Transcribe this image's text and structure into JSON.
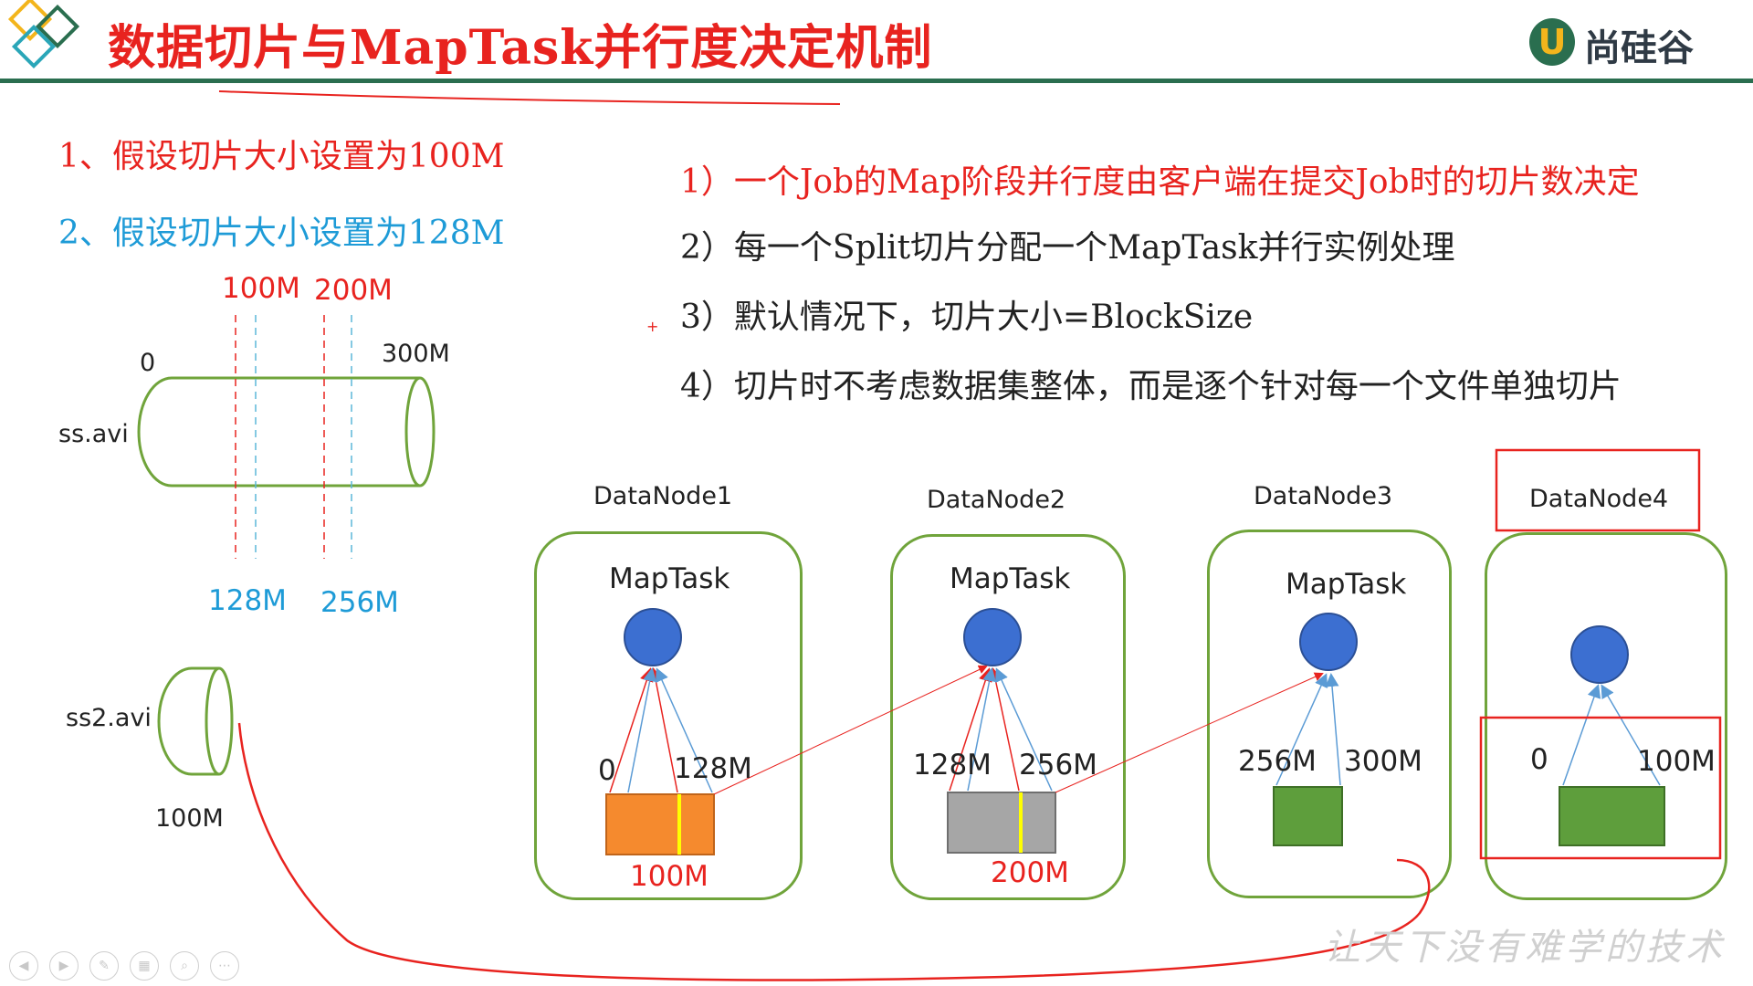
{
  "header": {
    "title": "数据切片与MapTask并行度决定机制",
    "brand": "尚硅谷",
    "brand_mark": "U"
  },
  "assumptions": [
    "1、假设切片大小设置为100M",
    "2、假设切片大小设置为128M"
  ],
  "rules": [
    "1）一个Job的Map阶段并行度由客户端在提交Job时的切片数决定",
    "2）每一个Split切片分配一个MapTask并行实例处理",
    "3）默认情况下，切片大小=BlockSize",
    "4）切片时不考虑数据集整体，而是逐个针对每一个文件单独切片"
  ],
  "file1": {
    "name": "ss.avi",
    "start": "0",
    "end": "300M",
    "cuts_100": [
      "100M",
      "200M"
    ],
    "cuts_128": [
      "128M",
      "256M"
    ]
  },
  "file2": {
    "name": "ss2.avi",
    "size": "100M"
  },
  "datanodes": [
    {
      "name": "DataNode1",
      "task": "MapTask",
      "left_label": "0",
      "right_label": "128M",
      "bottom_label": "100M",
      "block_color": "#f58a2e"
    },
    {
      "name": "DataNode2",
      "task": "MapTask",
      "left_label": "128M",
      "right_label": "256M",
      "bottom_label": "200M",
      "block_color": "#a6a6a6"
    },
    {
      "name": "DataNode3",
      "task": "MapTask",
      "left_label": "256M",
      "right_label": "300M",
      "bottom_label": "",
      "block_color": "#5e9e3c"
    },
    {
      "name": "DataNode4",
      "task": "",
      "left_label": "0",
      "right_label": "100M",
      "bottom_label": "",
      "block_color": "#5e9e3c"
    }
  ],
  "plus_mark": "+",
  "watermark": "让天下没有难学的技术",
  "colors": {
    "accent_red": "#e8231f",
    "accent_blue": "#1e9bd7",
    "node_border": "#70a43b",
    "maptask_circle": "#3c6fd1",
    "header_bar": "#2a6e4f"
  },
  "controls": [
    "prev-icon",
    "next-icon",
    "pen-icon",
    "grid-icon",
    "zoom-icon",
    "more-icon"
  ]
}
